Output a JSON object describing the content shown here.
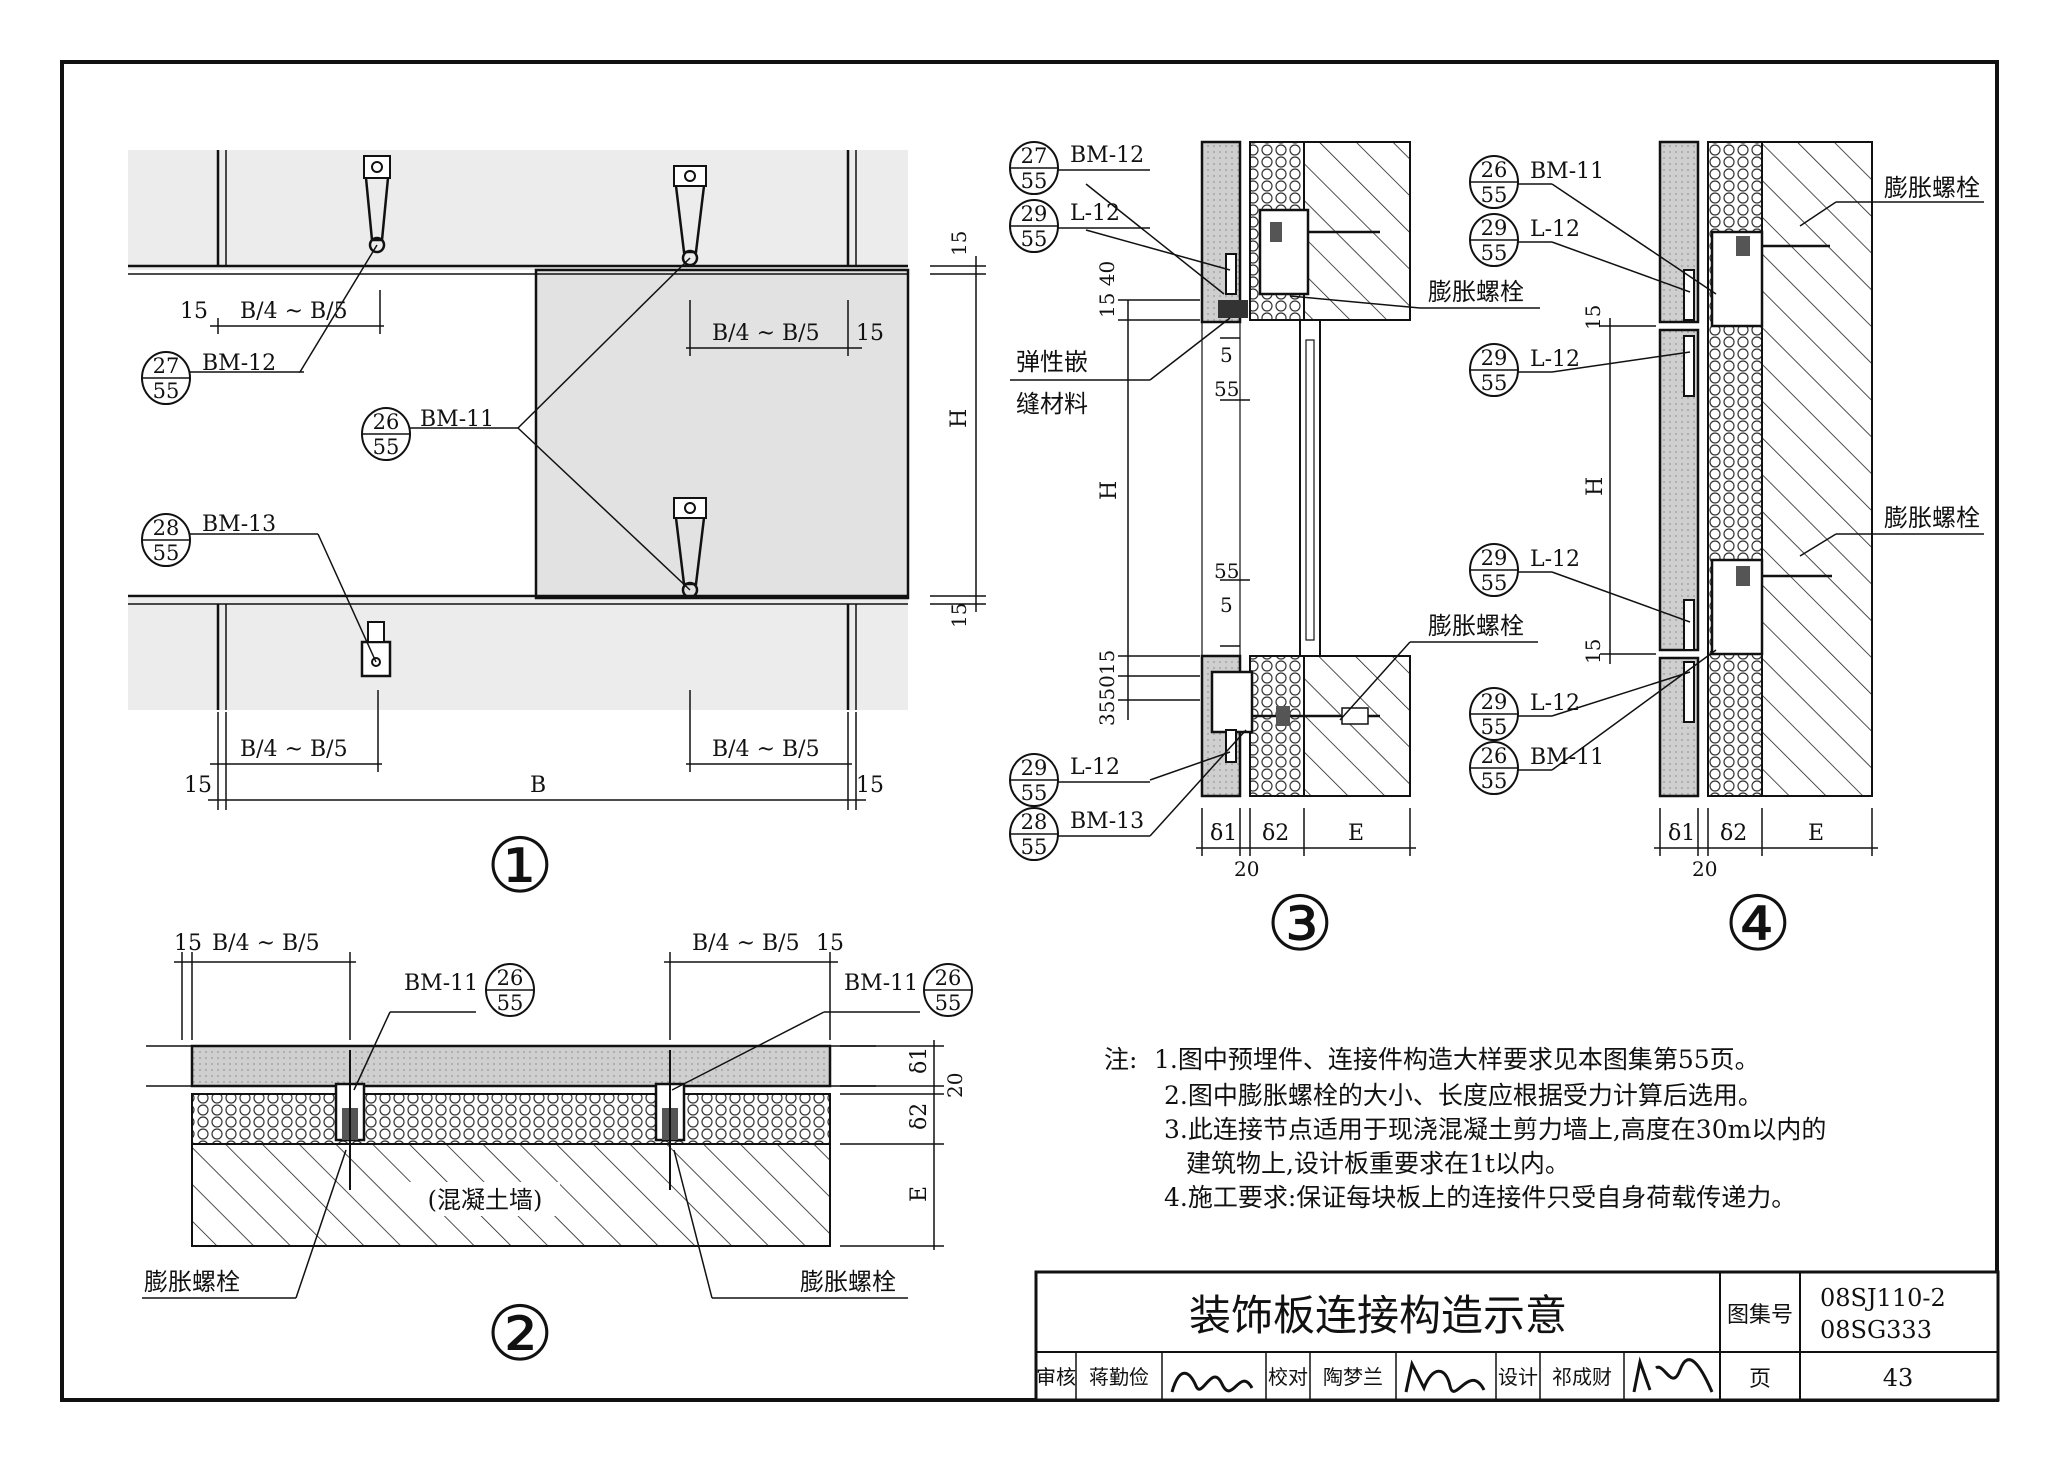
{
  "details": {
    "d1": {
      "number": "①",
      "bm12": "BM-12",
      "bm12_ref": {
        "top": "27",
        "bottom": "55"
      },
      "bm11": "BM-11",
      "bm11_ref": {
        "top": "26",
        "bottom": "55"
      },
      "bm13": "BM-13",
      "bm13_ref": {
        "top": "28",
        "bottom": "55"
      },
      "dim_b4": "B/4 ~ B/5",
      "dim_15": "15",
      "dim_h": "H",
      "dim_b": "B"
    },
    "d2": {
      "number": "②",
      "bm11": "BM-11",
      "bm11_ref": {
        "top": "26",
        "bottom": "55"
      },
      "dim_b4": "B/4 ~ B/5",
      "dim_15": "15",
      "wall_label": "(混凝土墙)",
      "bolt_label": "膨胀螺栓",
      "dim_d1": "δ1",
      "dim_d2": "δ2",
      "dim_20": "20",
      "dim_e": "E"
    },
    "d3": {
      "number": "③",
      "bm12": "BM-12",
      "bm12_ref": {
        "top": "27",
        "bottom": "55"
      },
      "l12": "L-12",
      "l12_ref": {
        "top": "29",
        "bottom": "55"
      },
      "bm13": "BM-13",
      "bm13_ref": {
        "top": "28",
        "bottom": "55"
      },
      "bolt_label": "膨胀螺栓",
      "seal_label_1": "弹性嵌",
      "seal_label_2": "缝材料",
      "dim_1540": "15 40",
      "dim_5": "5",
      "dim_55": "55",
      "dim_h": "H",
      "dim_bottom": "355015",
      "dim_d1": "δ1",
      "dim_d2": "δ2",
      "dim_e": "E",
      "dim_20": "20"
    },
    "d4": {
      "number": "④",
      "bm11": "BM-11",
      "bm11_ref": {
        "top": "26",
        "bottom": "55"
      },
      "l12": "L-12",
      "l12_ref": {
        "top": "29",
        "bottom": "55"
      },
      "bolt_label": "膨胀螺栓",
      "dim_15": "15",
      "dim_h": "H",
      "dim_d1": "δ1",
      "dim_d2": "δ2",
      "dim_e": "E",
      "dim_20": "20"
    }
  },
  "notes": {
    "heading": "注:",
    "items": [
      "1.图中预埋件、连接件构造大样要求见本图集第55页。",
      "2.图中膨胀螺栓的大小、长度应根据受力计算后选用。",
      "3.此连接节点适用于现浇混凝土剪力墙上,高度在30m以内的",
      "建筑物上,设计板重要求在1t以内。",
      "4.施工要求:保证每块板上的连接件只受自身荷载传递力。"
    ]
  },
  "title_block": {
    "title": "装饰板连接构造示意",
    "atlas_label": "图集号",
    "atlas_no_1": "08SJ110-2",
    "atlas_no_2": "08SG333",
    "page_label": "页",
    "page_no": "43",
    "review_label": "审核",
    "reviewer": "蒋勤俭",
    "check_label": "校对",
    "checker": "陶梦兰",
    "design_label": "设计",
    "designer": "祁成财"
  }
}
